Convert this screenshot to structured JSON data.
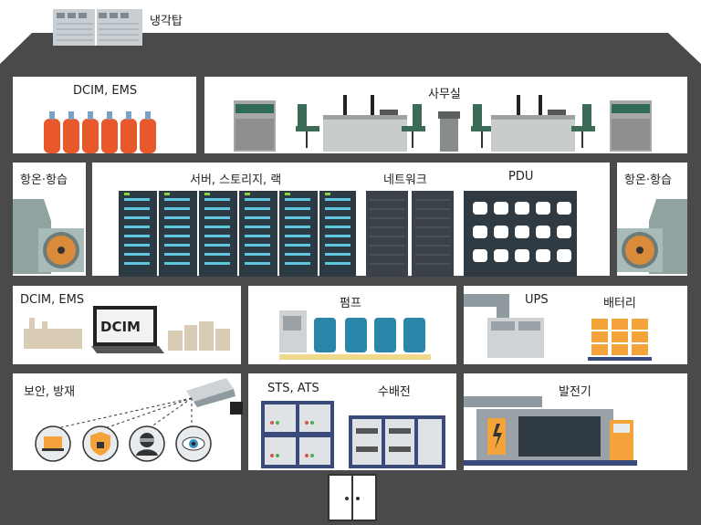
{
  "roof": {
    "label": "냉각탑"
  },
  "floor3": {
    "left_label": "DCIM, EMS",
    "right_label": "사무실"
  },
  "floor2": {
    "left_label": "항온·항습",
    "servers_label": "서버, 스토리지, 랙",
    "network_label": "네트워크",
    "pdu_label": "PDU",
    "right_label": "항온·항습"
  },
  "floor1": {
    "left_label": "DCIM, EMS",
    "screen_text": "DCIM",
    "pump_label": "펌프",
    "ups_label": "UPS",
    "battery_label": "배터리"
  },
  "floor0": {
    "security_label": "보안, 방재",
    "sts_label": "STS, ATS",
    "switchgear_label": "수배전",
    "generator_label": "발전기"
  },
  "colors": {
    "building": "#4a4a4a",
    "gas_tank": "#e8582b",
    "rack": "#2c3a44",
    "rack_light": "#5ec8e0",
    "hvac": "#8fa3a0",
    "pump": "#2a86a8",
    "generator_accent": "#f4a23a"
  }
}
